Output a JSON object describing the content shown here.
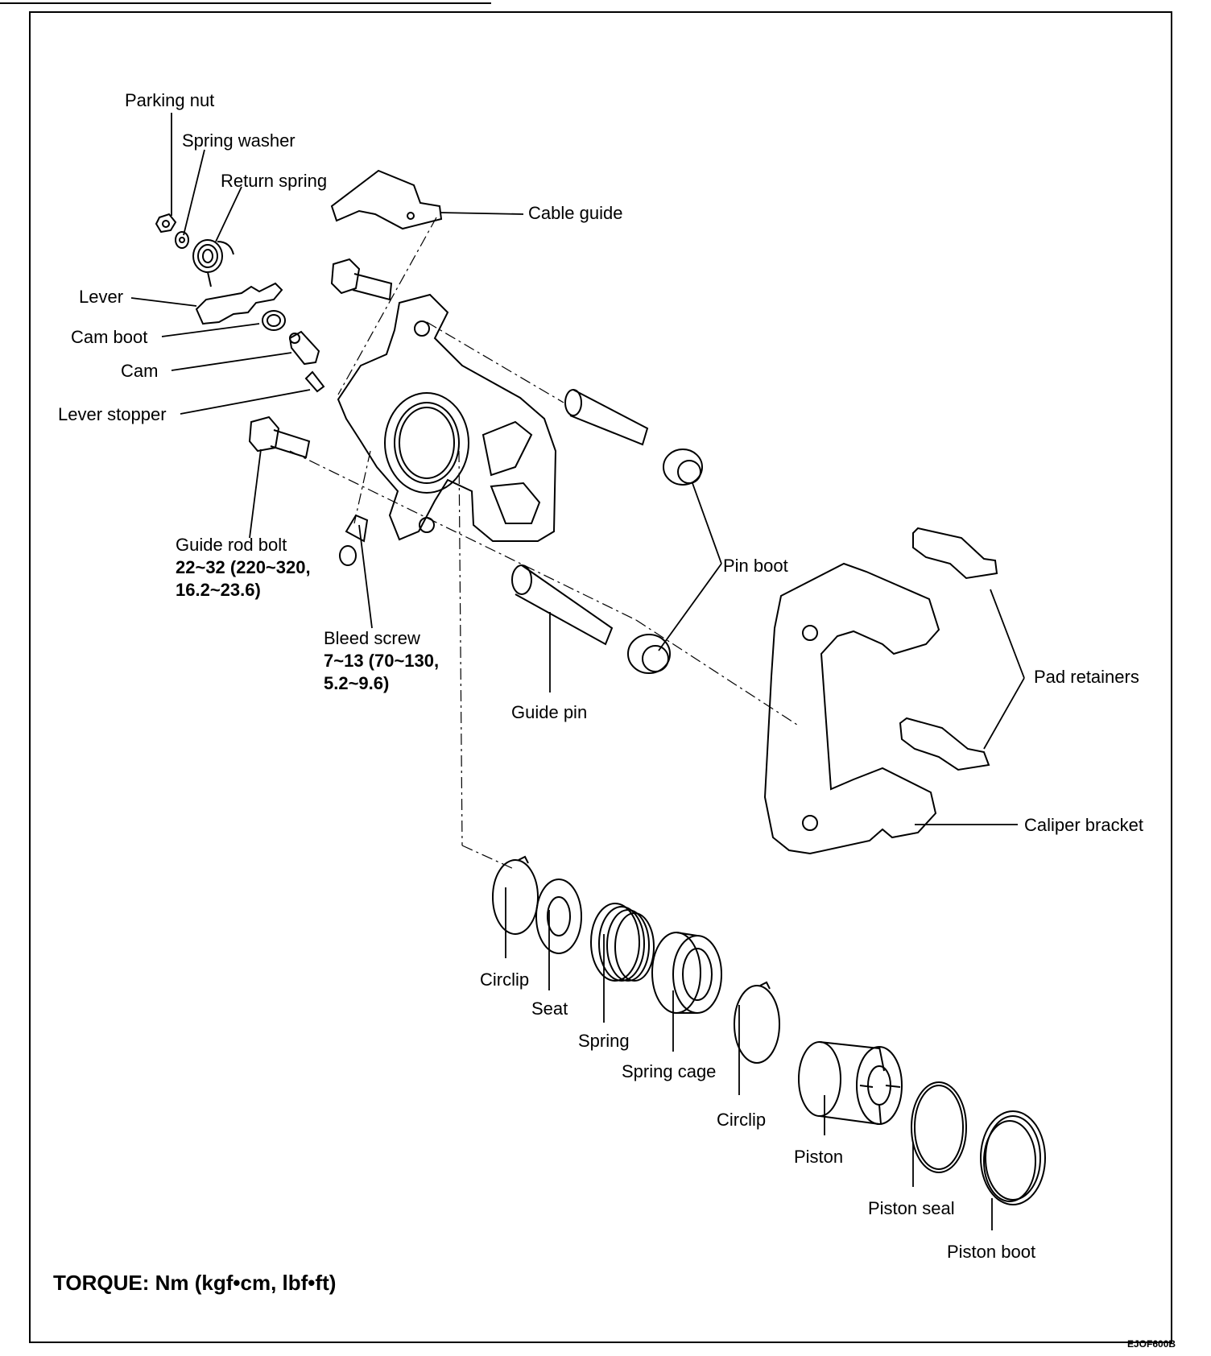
{
  "labels": {
    "parking_nut": "Parking nut",
    "spring_washer": "Spring washer",
    "return_spring": "Return spring",
    "cable_guide": "Cable guide",
    "lever": "Lever",
    "cam_boot": "Cam boot",
    "cam": "Cam",
    "lever_stopper": "Lever stopper",
    "guide_rod_bolt": "Guide rod bolt",
    "guide_rod_bolt_torque_1": "22~32 (220~320,",
    "guide_rod_bolt_torque_2": "16.2~23.6)",
    "bleed_screw": "Bleed screw",
    "bleed_screw_torque_1": "7~13 (70~130,",
    "bleed_screw_torque_2": "5.2~9.6)",
    "pin_boot": "Pin boot",
    "guide_pin": "Guide pin",
    "pad_retainers": "Pad retainers",
    "caliper_bracket": "Caliper bracket",
    "circlip_1": "Circlip",
    "seat": "Seat",
    "spring": "Spring",
    "spring_cage": "Spring cage",
    "circlip_2": "Circlip",
    "piston": "Piston",
    "piston_seal": "Piston seal",
    "piston_boot": "Piston boot"
  },
  "footer": {
    "torque_note": "TORQUE: Nm (kgf•cm, lbf•ft)",
    "figure_code": "EJOF600B"
  }
}
